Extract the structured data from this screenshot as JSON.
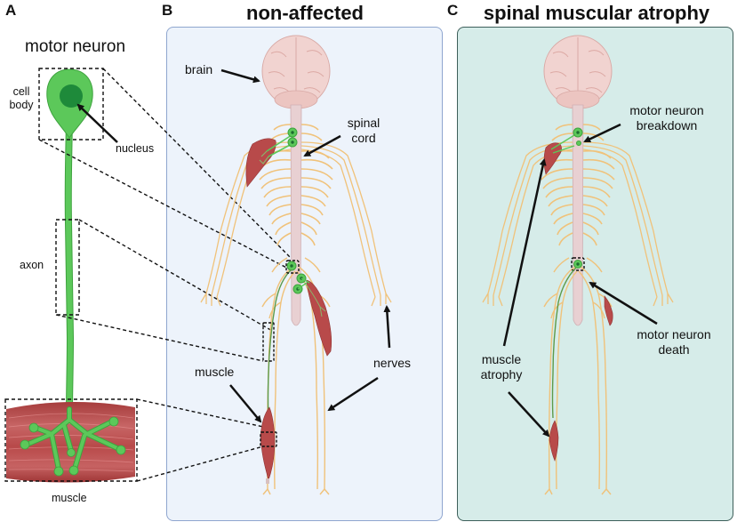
{
  "figure": {
    "panels": [
      {
        "letter": "A",
        "title": "motor neuron",
        "labels": {
          "cell_body": [
            "cell",
            "body"
          ],
          "nucleus": "nucleus",
          "axon": "axon",
          "muscle": "muscle"
        }
      },
      {
        "letter": "B",
        "title": "non-affected",
        "labels": {
          "brain": "brain",
          "spinal_cord": [
            "spinal",
            "cord"
          ],
          "muscle": "muscle",
          "nerves": "nerves"
        }
      },
      {
        "letter": "C",
        "title": "spinal muscular atrophy",
        "labels": {
          "motor_neuron_breakdown": [
            "motor neuron",
            "breakdown"
          ],
          "motor_neuron_death": [
            "motor neuron",
            "death"
          ],
          "muscle_atrophy": [
            "muscle",
            "atrophy"
          ]
        }
      }
    ],
    "colors": {
      "neuron_green": "#5cc85a",
      "nucleus_green": "#1e8a3a",
      "muscle_red": "#b84a4a",
      "nerve_yellow": "#f0c27a",
      "brain_pink": "#f1d3d0",
      "spinal_cord": "#e8d0d2",
      "panel_b_bg": "#edf3fb",
      "panel_c_bg": "#d6ece9"
    }
  }
}
